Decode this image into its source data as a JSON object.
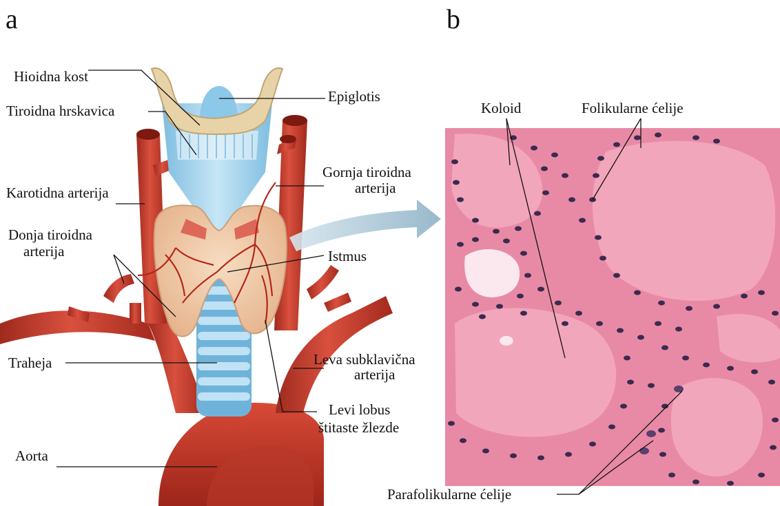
{
  "panels": {
    "a": "a",
    "b": "b"
  },
  "labels_a": {
    "hyoid": "Hioidna kost",
    "thyroid_cartilage": "Tiroidna hrskavica",
    "carotid": "Karotidna arterija",
    "inferior_thyroid_1": "Donja tiroidna",
    "inferior_thyroid_2": "arterija",
    "trachea": "Traheja",
    "aorta": "Aorta",
    "epiglottis": "Epiglotis",
    "superior_thyroid_1": "Gornja tiroidna",
    "superior_thyroid_2": "arterija",
    "isthmus": "Istmus",
    "subclavian_1": "Leva subklavična",
    "subclavian_2": "arterija",
    "left_lobe_1": "Levi lobus",
    "left_lobe_2": "štitaste žlezde"
  },
  "labels_b": {
    "colloid": "Koloid",
    "follicular": "Folikularne ćelije",
    "parafollicular": "Parafolikularne ćelije"
  },
  "colors": {
    "artery": "#c8392b",
    "artery_dark": "#8e1d14",
    "cartilage": "#9fd0ea",
    "cartilage_dark": "#5aa6cf",
    "gland": "#f0c9a6",
    "bone": "#e8d3a8",
    "tissue_bg": "#eea0b4",
    "colloid": "#f2a7bb",
    "nucleus": "#3b2a4e",
    "arrow": "#8fb3c8"
  }
}
